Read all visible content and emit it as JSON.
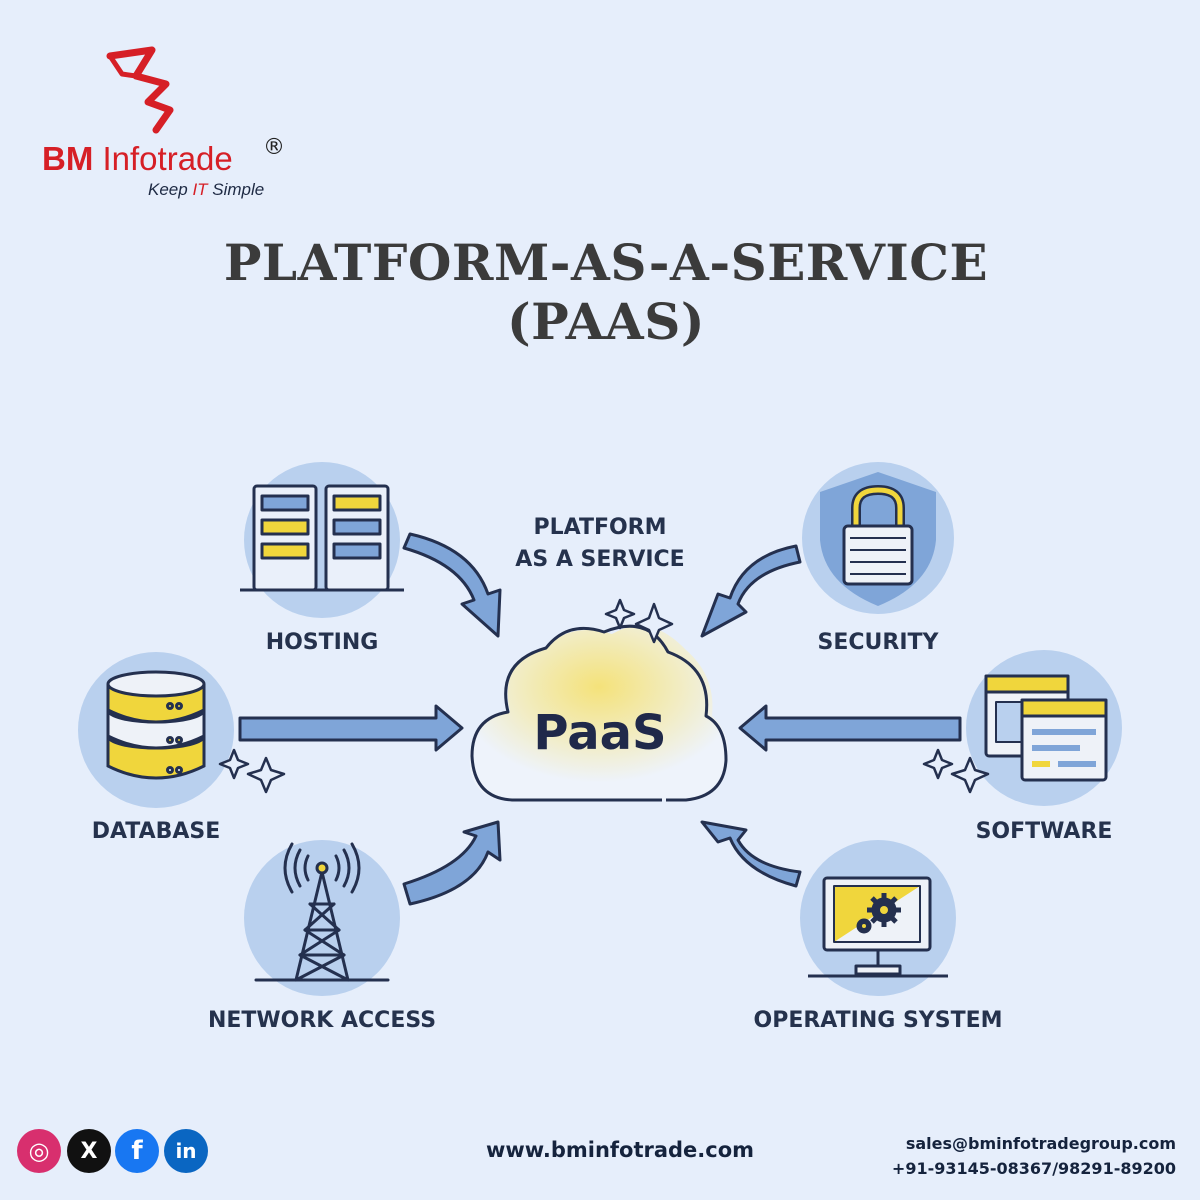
{
  "brand": {
    "name_bold": "BM",
    "name_rest": " Infotrade",
    "registered": "®",
    "tagline_pre": "Keep ",
    "tagline_it": "IT",
    "tagline_post": " Simple",
    "logo_color": "#d61f26"
  },
  "title": {
    "line1": "PLATFORM-AS-A-SERVICE",
    "line2": "(PAAS)"
  },
  "diagram": {
    "center_heading_line1": "PLATFORM",
    "center_heading_line2": "AS A SERVICE",
    "center_label": "PaaS",
    "nodes": [
      {
        "label": "HOSTING",
        "icon": "server-racks-icon"
      },
      {
        "label": "SECURITY",
        "icon": "padlock-shield-icon"
      },
      {
        "label": "DATABASE",
        "icon": "database-icon"
      },
      {
        "label": "SOFTWARE",
        "icon": "app-windows-icon"
      },
      {
        "label": "NETWORK ACCESS",
        "icon": "antenna-tower-icon"
      },
      {
        "label": "OPERATING SYSTEM",
        "icon": "monitor-gears-icon"
      }
    ],
    "colors": {
      "accent_yellow": "#f0d63c",
      "arrow_blue": "#7fa5d8",
      "circle_blue": "#b9d0ee",
      "outline": "#24304f"
    }
  },
  "footer": {
    "social": [
      {
        "name": "instagram-icon",
        "glyph": "◎"
      },
      {
        "name": "x-icon",
        "glyph": "X"
      },
      {
        "name": "facebook-icon",
        "glyph": "f"
      },
      {
        "name": "linkedin-icon",
        "glyph": "in"
      }
    ],
    "website": "www.bminfotrade.com",
    "email": "sales@bminfotradegroup.com",
    "phone": "+91-93145-08367/98291-89200"
  }
}
